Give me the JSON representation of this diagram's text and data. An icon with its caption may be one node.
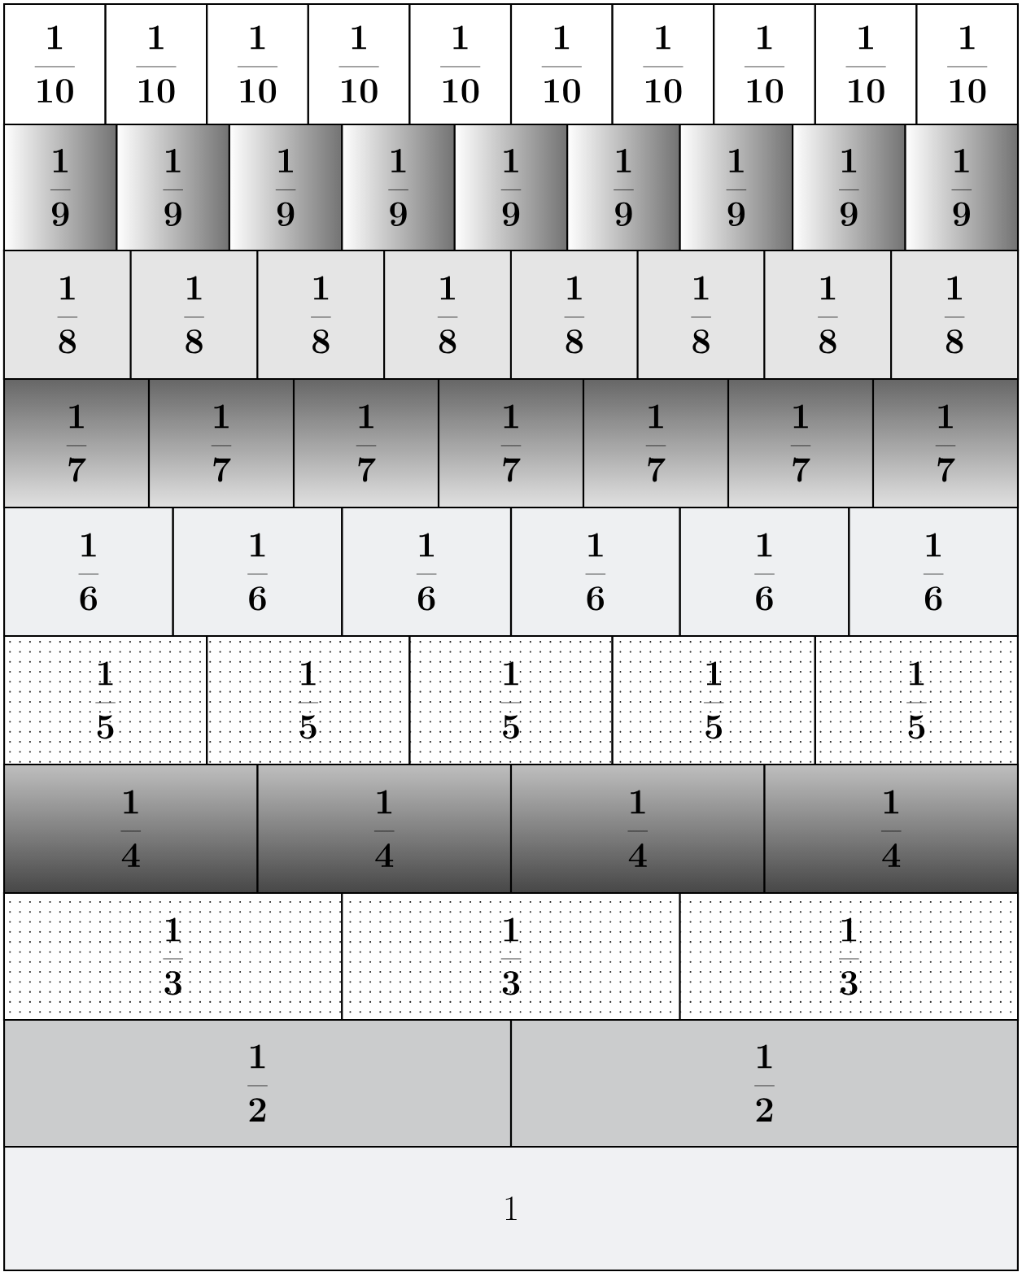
{
  "diagram": {
    "nodes": [
      {
        "text": [
          "\\frac{1}{10}"
        ]
      },
      {
        "text": [
          "\\frac{1}{10}"
        ]
      },
      {
        "text": [
          "\\frac{1}{10}"
        ]
      },
      {
        "text": [
          "\\frac{1}{10}"
        ]
      },
      {
        "text": [
          "\\frac{1}{10}"
        ]
      },
      {
        "text": [
          "\\frac{1}{10}"
        ]
      },
      {
        "text": [
          "\\frac{1}{10}"
        ]
      },
      {
        "text": [
          "\\frac{1}{10}"
        ]
      },
      {
        "text": [
          "\\frac{1}{10}"
        ]
      },
      {
        "text": [
          "\\frac{1}{10}"
        ]
      },
      {
        "text": [
          "\\frac{1}{9}"
        ]
      },
      {
        "text": [
          "\\frac{1}{9}"
        ]
      },
      {
        "text": [
          "\\frac{1}{9}"
        ]
      },
      {
        "text": [
          "\\frac{1}{9}"
        ]
      },
      {
        "text": [
          "\\frac{1}{9}"
        ]
      },
      {
        "text": [
          "\\frac{1}{9}"
        ]
      },
      {
        "text": [
          "\\frac{1}{9}"
        ]
      },
      {
        "text": [
          "\\frac{1}{9}"
        ]
      },
      {
        "text": [
          "\\frac{1}{9}"
        ]
      },
      {
        "text": [
          "\\frac{1}{8}"
        ]
      },
      {
        "text": [
          "\\frac{1}{8}"
        ]
      },
      {
        "text": [
          "\\frac{1}{8}"
        ]
      },
      {
        "text": [
          "\\frac{1}{8}"
        ]
      },
      {
        "text": [
          "\\frac{1}{8}"
        ]
      },
      {
        "text": [
          "\\frac{1}{8}"
        ]
      },
      {
        "text": [
          "\\frac{1}{8}"
        ]
      },
      {
        "text": [
          "\\frac{1}{8}"
        ]
      },
      {
        "text": [
          "\\frac{1}{7}"
        ]
      },
      {
        "text": [
          "\\frac{1}{7}"
        ]
      },
      {
        "text": [
          "\\frac{1}{7}"
        ]
      },
      {
        "text": [
          "\\frac{1}{7}"
        ]
      },
      {
        "text": [
          "\\frac{1}{7}"
        ]
      },
      {
        "text": [
          "\\frac{1}{7}"
        ]
      },
      {
        "text": [
          "\\frac{1}{7}"
        ]
      },
      {
        "text": [
          "\\frac{1}{6}"
        ]
      },
      {
        "text": [
          "\\frac{1}{6}"
        ]
      },
      {
        "text": [
          "\\frac{1}{6}"
        ]
      },
      {
        "text": [
          "\\frac{1}{6}"
        ]
      },
      {
        "text": [
          "\\frac{1}{6}"
        ]
      },
      {
        "text": [
          "\\frac{1}{6}"
        ]
      },
      {
        "text": [
          "\\frac{1}{5}"
        ]
      },
      {
        "text": [
          "\\frac{1}{5}"
        ]
      },
      {
        "text": [
          "\\frac{1}{5}"
        ]
      },
      {
        "text": [
          "\\frac{1}{5}"
        ]
      },
      {
        "text": [
          "\\frac{1}{5}"
        ]
      },
      {
        "text": [
          "\\frac{1}{4}"
        ]
      },
      {
        "text": [
          "\\frac{1}{4}"
        ]
      },
      {
        "text": [
          "\\frac{1}{4}"
        ]
      },
      {
        "text": [
          "\\frac{1}{4}"
        ]
      },
      {
        "text": [
          "\\frac{1}{3}"
        ]
      },
      {
        "text": [
          "\\frac{1}{3}"
        ]
      },
      {
        "text": [
          "\\frac{1}{3}"
        ]
      },
      {
        "text": [
          "\\frac{1}{2}"
        ]
      },
      {
        "text": [
          "\\frac{1}{2}"
        ]
      },
      {
        "text": [
          "1"
        ]
      }
    ]
  }
}
